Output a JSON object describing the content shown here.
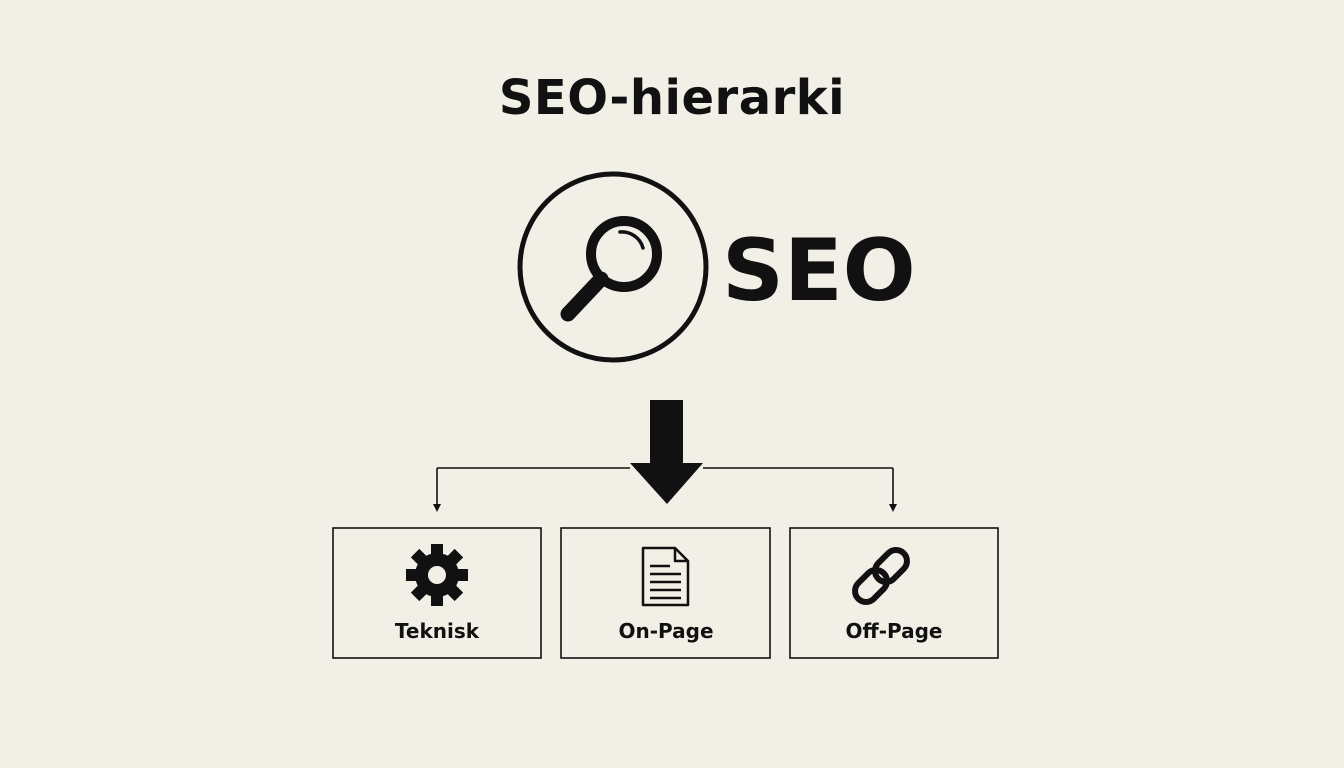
{
  "title": "SEO-hierarki",
  "root": {
    "label": "SEO",
    "icon": "magnifying-glass-icon"
  },
  "children": [
    {
      "label": "Teknisk",
      "icon": "gear-icon"
    },
    {
      "label": "On-Page",
      "icon": "document-icon"
    },
    {
      "label": "Off-Page",
      "icon": "chain-link-icon"
    }
  ],
  "colors": {
    "background": "#f2efe7",
    "ink": "#111111"
  }
}
